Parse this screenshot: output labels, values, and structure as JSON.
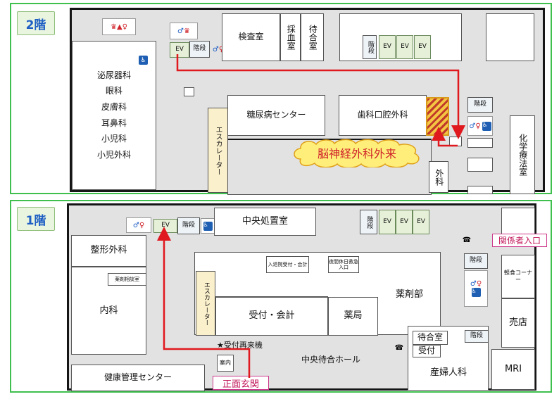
{
  "floor2": {
    "tag": "2階",
    "rooms": {
      "kensa": "検査室",
      "saiketsu": "採血室",
      "machiai": "待合室",
      "ev": "EV",
      "stairs": "階段",
      "urology": "泌尿器科",
      "ophthalmology": "眼科",
      "dermatology": "皮膚科",
      "ent": "耳鼻科",
      "pediatrics": "小児科",
      "pediatric_surgery": "小児外科",
      "diabetes": "糖尿病センター",
      "dental": "歯科口腔外科",
      "escalator": "エスカレーター",
      "surgery": "外科",
      "chemo": "化学療法室"
    },
    "callout": "脳神経外科外来"
  },
  "floor1": {
    "tag": "1階",
    "rooms": {
      "central_treatment": "中央処置室",
      "ev": "EV",
      "stairs": "階段",
      "staff_entrance": "関係者入口",
      "orthopedics": "整形外科",
      "drug_consult": "薬剤相談室",
      "internal": "内科",
      "admission": "入退院受付・会計",
      "night_entrance": "夜間休日救急入口",
      "pharmacy_dept": "薬剤部",
      "escalator": "エスカレーター",
      "reception": "受付・会計",
      "pharmacy": "薬局",
      "food_corner": "軽食コーナー",
      "shop": "売店",
      "waiting": "待合室",
      "uketsuke": "受付",
      "obgyn": "産婦人科",
      "mri": "MRI",
      "health_center": "健康管理センター",
      "guide": "案内",
      "main_entrance": "正面玄関"
    },
    "lobby": "中央待合ホール",
    "revisit": "★受付再来機"
  },
  "icons": [
    "restroom-icon",
    "accessible-icon",
    "telephone-icon"
  ],
  "colors": {
    "panel_border": "#3fbf4e",
    "route": "#e0191f",
    "callout": "#ffef7a",
    "tag_text": "#1f5fc4"
  }
}
